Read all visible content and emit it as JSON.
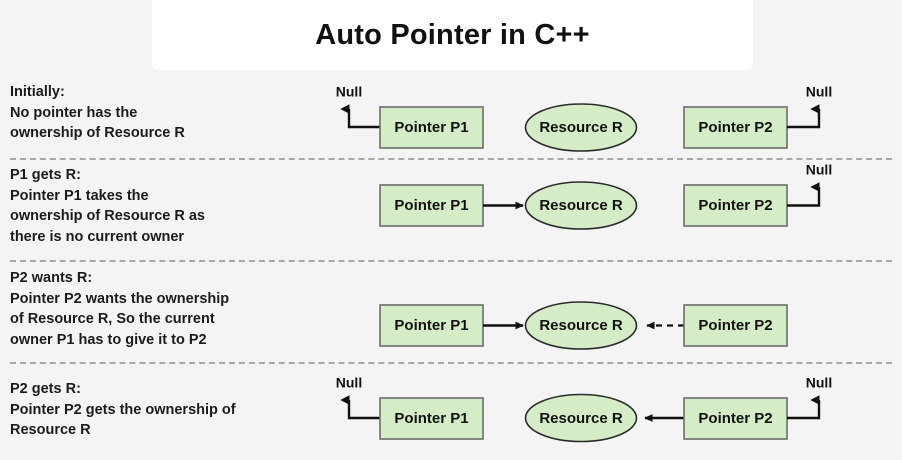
{
  "title": "Auto Pointer in C++",
  "labels": {
    "pointer_p1": "Pointer P1",
    "pointer_p2": "Pointer P2",
    "resource_r": "Resource R",
    "null": "Null"
  },
  "colors": {
    "background": "#f4f4f4",
    "banner": "#ffffff",
    "node_fill": "#d4edc6",
    "node_stroke": "#6d6d6d",
    "ellipse_stroke": "#2b2b2b",
    "arrow": "#111111",
    "separator": "#a8a8a8",
    "text": "#1b1b1b"
  },
  "rows": [
    {
      "id": "initially",
      "heading": "Initially:",
      "body": "No pointer has the\nownership of Resource R",
      "description": "Initially:\nNo pointer has the\nownership of Resource R",
      "p1_null": true,
      "p2_null": true,
      "p1_to_r": "none",
      "p2_to_r": "none",
      "null_label_left": "Null",
      "null_label_right": "Null"
    },
    {
      "id": "p1-gets-r",
      "heading": "P1 gets R:",
      "body": "Pointer P1 takes the\nownership of Resource R as\nthere is no current owner",
      "description": "P1 gets R:\nPointer P1 takes the\nownership of Resource R as\nthere is no current owner",
      "p1_null": false,
      "p2_null": true,
      "p1_to_r": "solid",
      "p2_to_r": "none",
      "null_label_left": "",
      "null_label_right": "Null"
    },
    {
      "id": "p2-wants-r",
      "heading": "P2 wants R:",
      "body": "Pointer P2 wants the ownership\nof Resource R, So the current\nowner P1 has to give it to P2",
      "description": "P2 wants R:\nPointer P2 wants the ownership\nof Resource R, So the current\nowner P1 has to give it to P2",
      "p1_null": false,
      "p2_null": false,
      "p1_to_r": "solid",
      "p2_to_r": "dashed",
      "null_label_left": "",
      "null_label_right": ""
    },
    {
      "id": "p2-gets-r",
      "heading": "P2 gets R:",
      "body": "Pointer P2 gets the ownership of\nResource R",
      "description": "P2 gets R:\nPointer P2 gets the ownership of\nResource R",
      "p1_null": true,
      "p2_null": false,
      "p1_to_r": "none",
      "p2_to_r": "solid",
      "null_label_left": "Null",
      "null_label_right": "Null"
    }
  ]
}
